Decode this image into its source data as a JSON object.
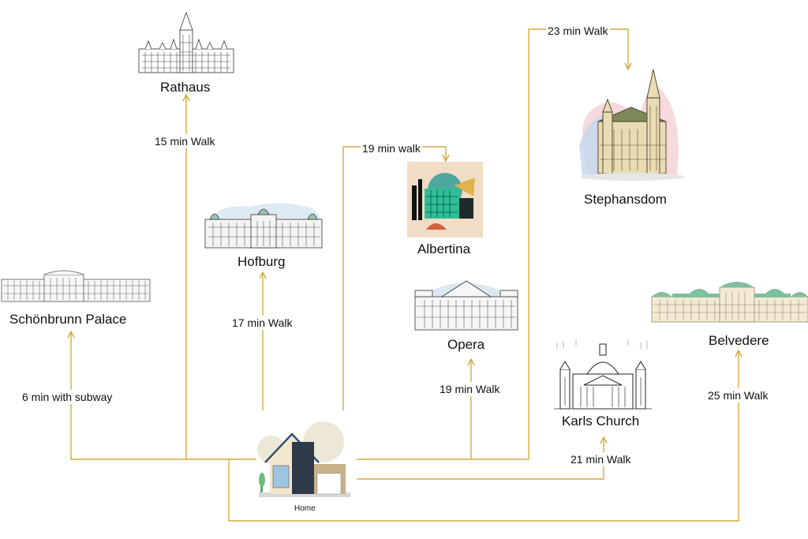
{
  "colors": {
    "route": "#d4aa3a",
    "ink": "#111111"
  },
  "home": {
    "label": "Home",
    "icon": "house-icon"
  },
  "places": {
    "rathaus": {
      "name": "Rathaus",
      "icon": "town-hall-icon"
    },
    "hofburg": {
      "name": "Hofburg",
      "icon": "palace-icon"
    },
    "schonbrunn": {
      "name": "Schönbrunn Palace",
      "icon": "palace-icon"
    },
    "albertina": {
      "name": "Albertina",
      "icon": "museum-icon"
    },
    "stephansdom": {
      "name": "Stephansdom",
      "icon": "cathedral-icon"
    },
    "opera": {
      "name": "Opera",
      "icon": "opera-house-icon"
    },
    "karls": {
      "name": "Karls Church",
      "icon": "church-icon"
    },
    "belvedere": {
      "name": "Belvedere",
      "icon": "palace-icon"
    }
  },
  "routes": {
    "rathaus": "15 min Walk",
    "hofburg": "17 min Walk",
    "schonbrunn": "6 min with subway",
    "albertina": "19 min walk",
    "stephansdom": "23 min Walk",
    "opera": "19 min Walk",
    "karls": "21 min Walk",
    "belvedere": "25 min Walk"
  }
}
